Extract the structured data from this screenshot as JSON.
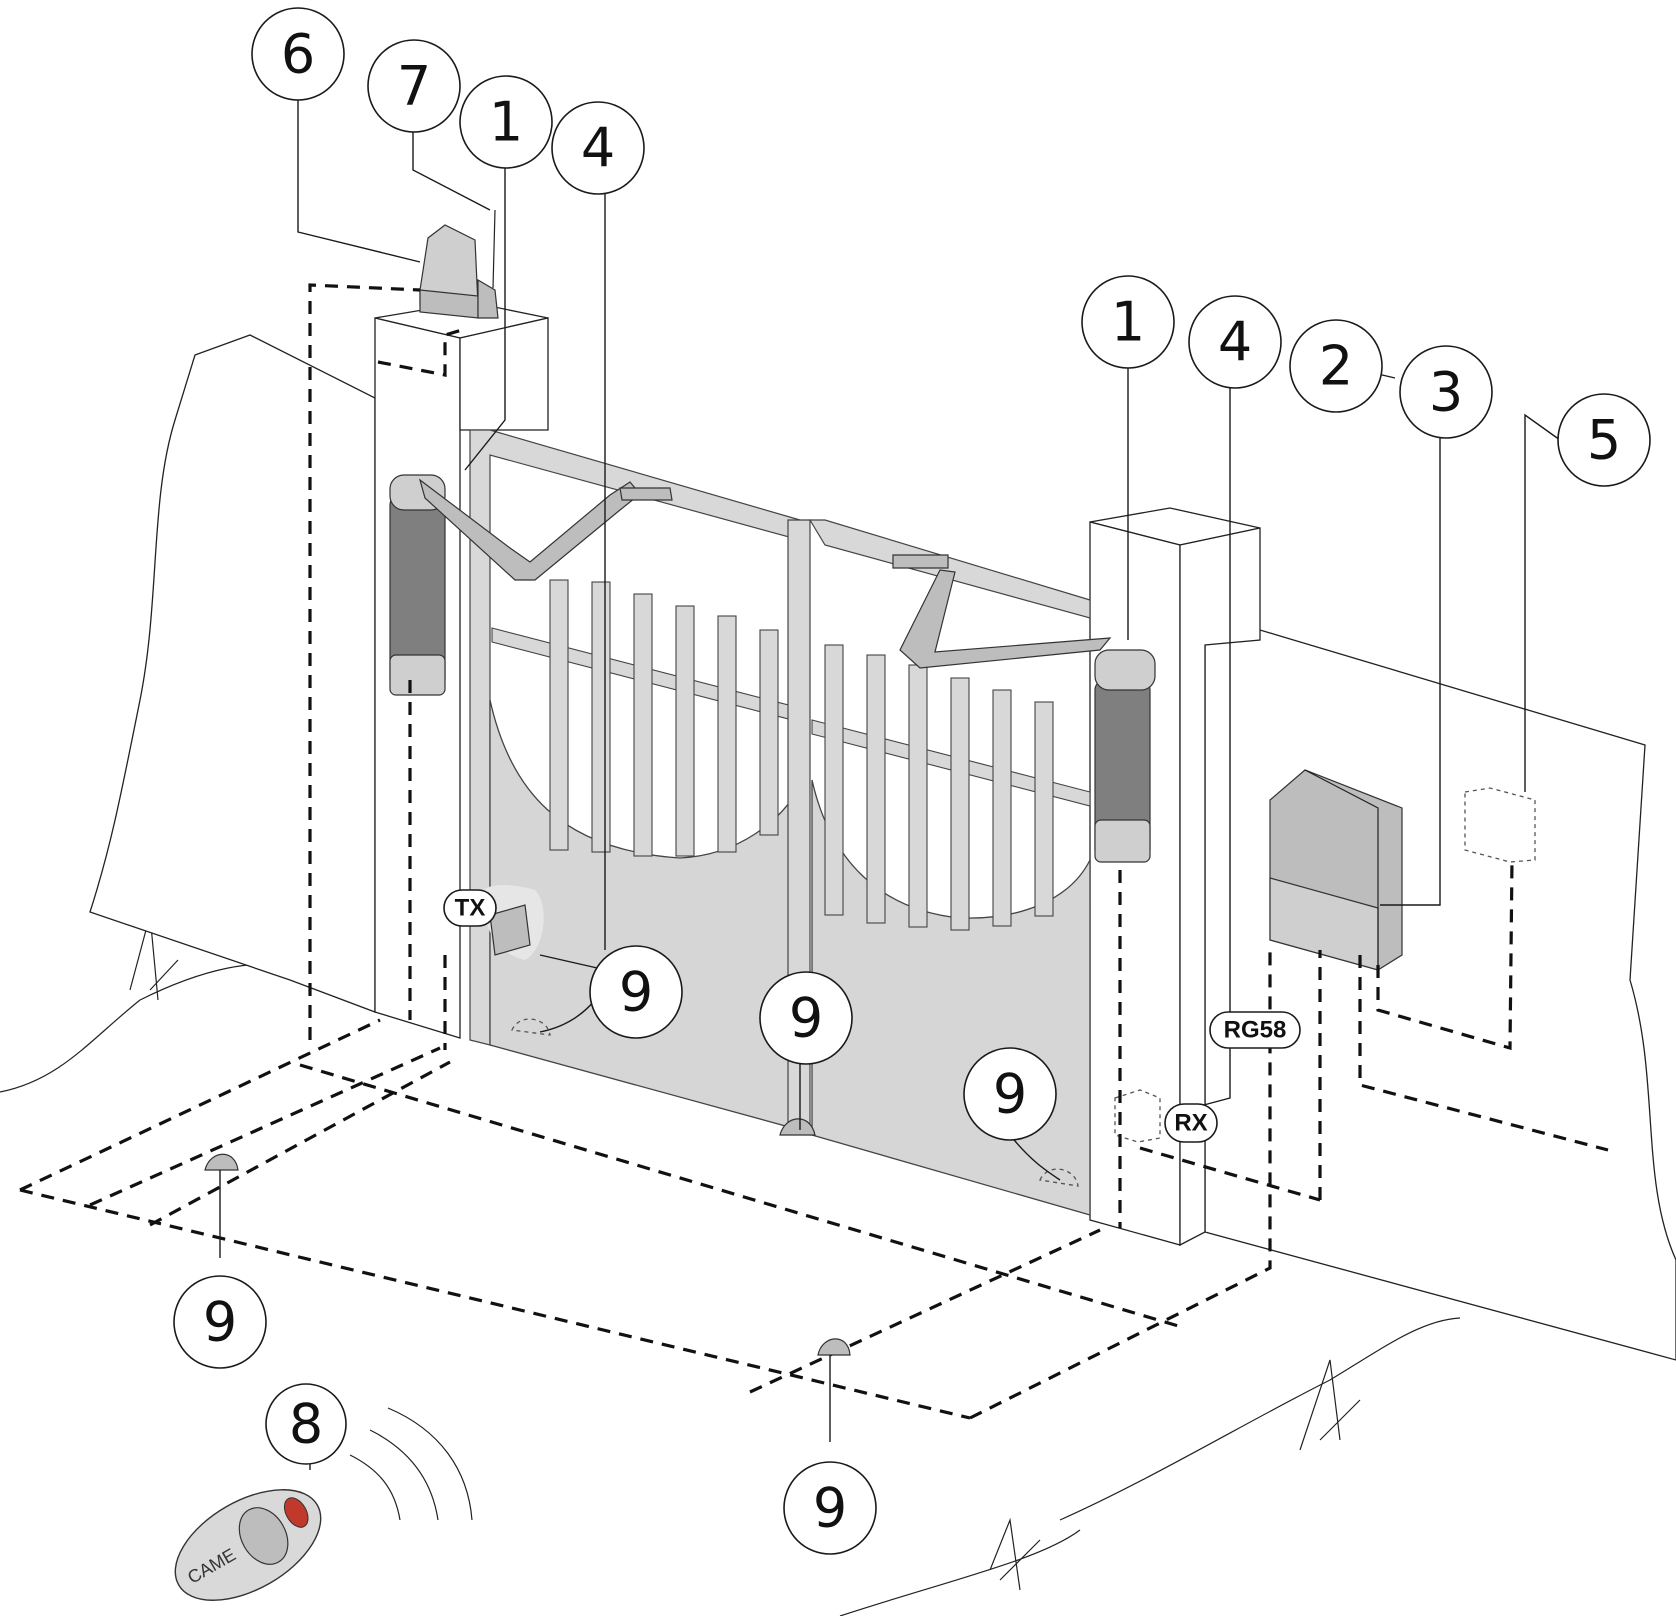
{
  "callouts": [
    {
      "id": "c6",
      "label": "6"
    },
    {
      "id": "c7",
      "label": "7"
    },
    {
      "id": "c1a",
      "label": "1"
    },
    {
      "id": "c4a",
      "label": "4"
    },
    {
      "id": "c1b",
      "label": "1"
    },
    {
      "id": "c4b",
      "label": "4"
    },
    {
      "id": "c2",
      "label": "2"
    },
    {
      "id": "c3",
      "label": "3"
    },
    {
      "id": "c5",
      "label": "5"
    },
    {
      "id": "c9a",
      "label": "9"
    },
    {
      "id": "c9b",
      "label": "9"
    },
    {
      "id": "c9c",
      "label": "9"
    },
    {
      "id": "c9d",
      "label": "9"
    },
    {
      "id": "c9e",
      "label": "9"
    },
    {
      "id": "c8",
      "label": "8"
    }
  ],
  "tags": {
    "tx": "TX",
    "rx": "RX",
    "cable": "RG58"
  },
  "remote_brand": "CAME",
  "colors": {
    "line": "#1a1a1a",
    "gate_fill": "#d6d6d6",
    "motor_body": "#7f7f7f",
    "remote_button": "#c0392b"
  }
}
